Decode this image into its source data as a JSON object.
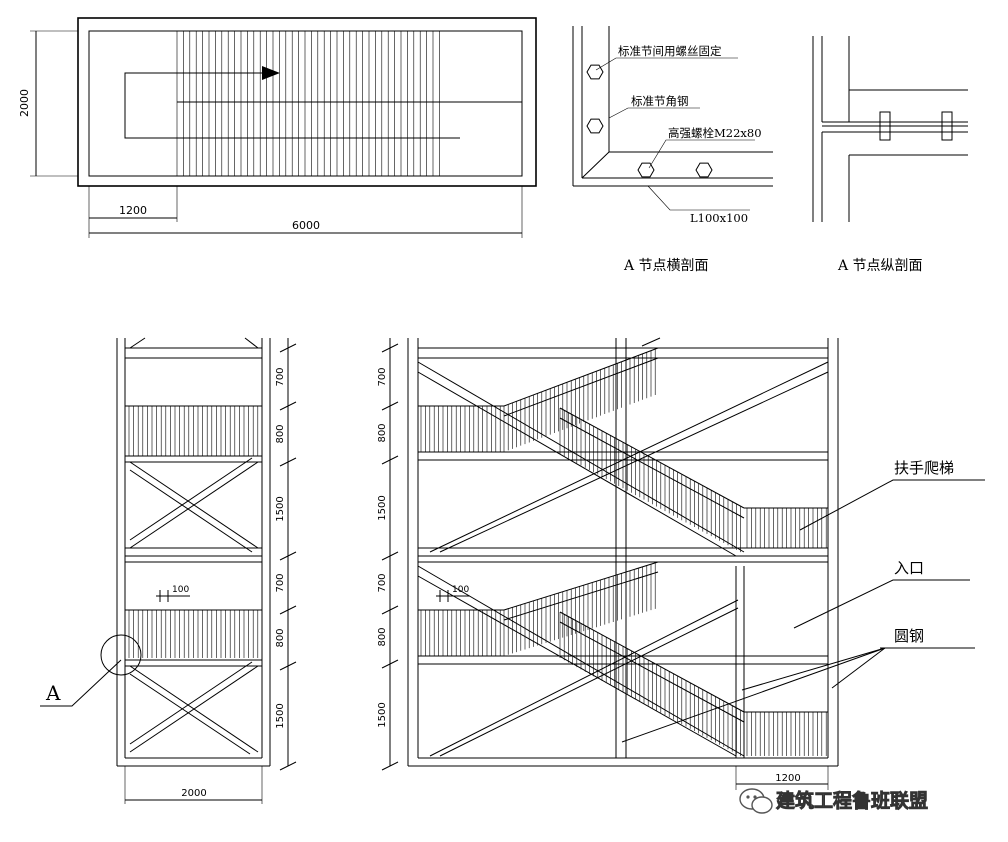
{
  "plan": {
    "dim_height": "2000",
    "dim_landing": "1200",
    "dim_length": "6000"
  },
  "detail_transverse": {
    "callout_bolt_between_sections": "标准节间用螺丝固定",
    "callout_angle_steel": "标准节角钢",
    "callout_high_strength_bolt": "高强螺栓M22x80",
    "callout_angle_size": "L100x100",
    "caption": "A 节点横剖面"
  },
  "detail_longitudinal": {
    "caption": "A 节点纵剖面"
  },
  "side_elevation": {
    "dims": [
      "700",
      "800",
      "1500",
      "700",
      "800",
      "1500"
    ],
    "dim_width": "2000",
    "rail_gap": "100",
    "node_label": "A"
  },
  "front_elevation": {
    "dims": [
      "700",
      "800",
      "1500",
      "700",
      "800",
      "1500"
    ],
    "rail_gap": "100",
    "bottom_dim": "1200",
    "label_handrail_ladder": "扶手爬梯",
    "label_entrance": "入口",
    "label_round_steel": "圆钢"
  },
  "watermark": {
    "text": "建筑工程鲁班联盟",
    "icon": "wechat-icon"
  }
}
